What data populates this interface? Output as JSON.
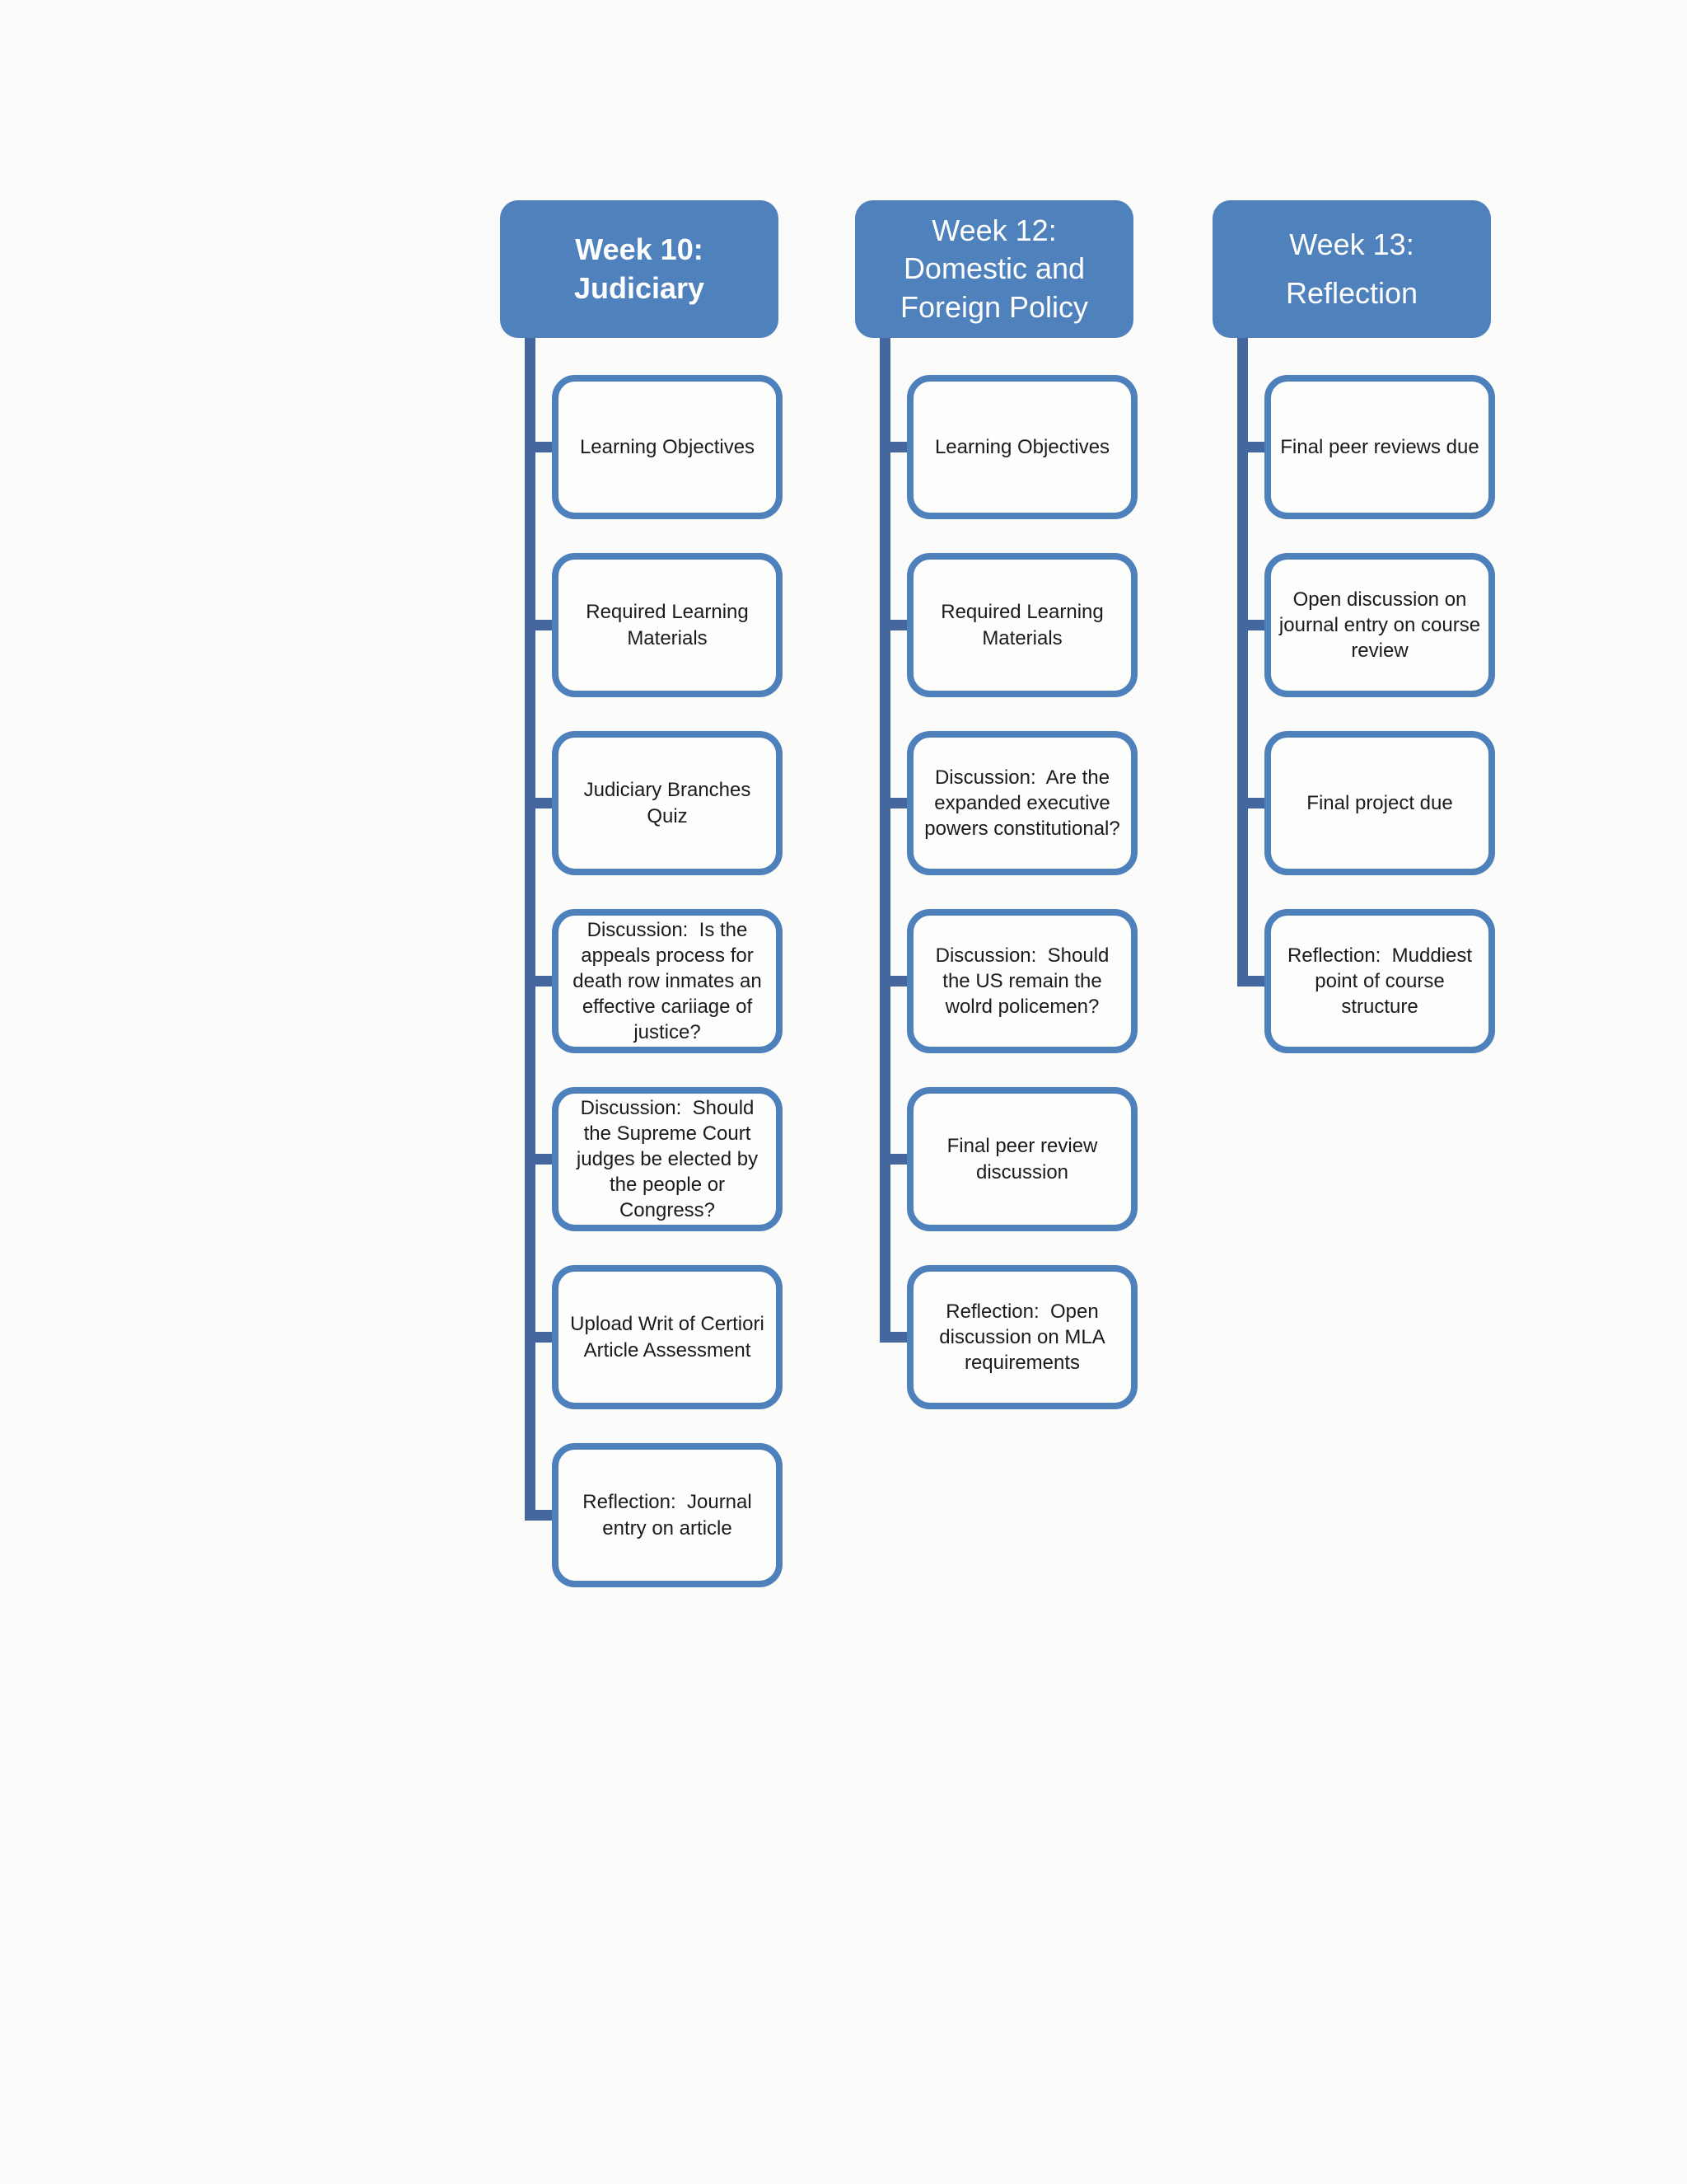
{
  "colors": {
    "background": "#fbfbf9",
    "header_fill": "#4f81bd",
    "header_text": "#ffffff",
    "box_border": "#4e80bb",
    "box_fill": "#fdfdfc",
    "box_text": "#1b1b1b",
    "connector": "#44689e"
  },
  "columns": [
    {
      "title": "Week 10:\nJudiciary",
      "items": [
        {
          "label": "Learning Objectives"
        },
        {
          "label": "Required Learning Materials"
        },
        {
          "label": "Judiciary Branches Quiz"
        },
        {
          "label": "Discussion:  Is the appeals process for death row inmates an effective cariiage of justice?"
        },
        {
          "label": "Discussion:  Should the Supreme Court judges be elected by the people or Congress?"
        },
        {
          "label": "Upload Writ of Certiori Article Assessment"
        },
        {
          "label": "Reflection:  Journal entry on article"
        }
      ]
    },
    {
      "title": "Week 12:\nDomestic and\nForeign Policy",
      "items": [
        {
          "label": "Learning Objectives"
        },
        {
          "label": "Required Learning Materials"
        },
        {
          "label": "Discussion:  Are the expanded executive powers constitutional?"
        },
        {
          "label": "Discussion:  Should the US remain the wolrd policemen?"
        },
        {
          "label": "Final peer review discussion"
        },
        {
          "label": "Reflection:  Open discussion on MLA requirements"
        }
      ]
    },
    {
      "title": "Week 13:\nReflection",
      "items": [
        {
          "label": "Final peer reviews due"
        },
        {
          "label": "Open discussion on journal entry on course review"
        },
        {
          "label": "Final project due"
        },
        {
          "label": "Reflection:  Muddiest point of course structure"
        }
      ]
    }
  ]
}
